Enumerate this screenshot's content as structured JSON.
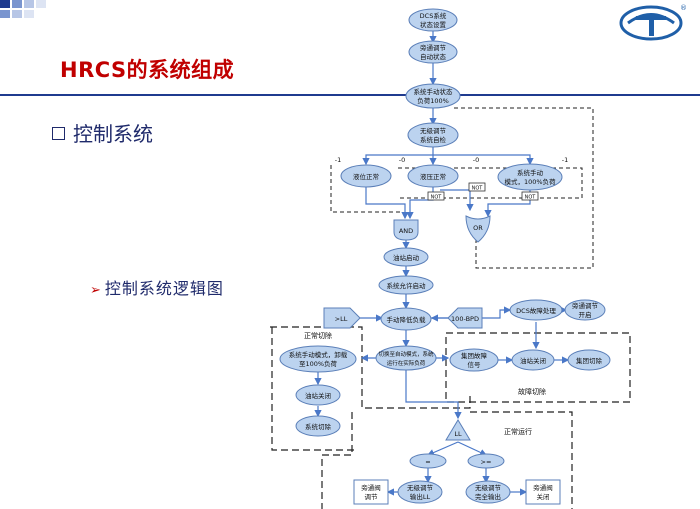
{
  "slide": {
    "title": "HRCS的系统组成",
    "bullet_main": "控制系统",
    "bullet_sub": "控制系统逻辑图",
    "logo_mark": "®"
  },
  "colors": {
    "title": "#c00000",
    "text": "#1f2a6b",
    "node_fill": "#bcd3ef",
    "node_stroke": "#5b7fb8",
    "arrow": "#4a78c8",
    "dash": "#222222",
    "blue_rule": "#1f3b8f"
  },
  "diagram": {
    "n1a": "DCS系统",
    "n1b": "状态设置",
    "n2a": "旁通调节",
    "n2b": "自动状态",
    "n3a": "系统手动状态",
    "n3b": "负荷100%",
    "n4a": "无级调节",
    "n4b": "系统自检",
    "minus1": "-1",
    "zero": "-0",
    "zero2": "-0",
    "minus1b": "-1",
    "node_level": "液位正常",
    "node_press": "液压正常",
    "node_manual_a": "系统手动",
    "node_manual_b": "模式，100%负荷",
    "not1": "NOT",
    "not2": "NOT",
    "not3": "NOT",
    "and_gate": "AND",
    "or_gate": "OR",
    "pump_start": "油站启动",
    "system_allow": "系统允许启动",
    "gt_ll": ">LL",
    "manual_load": "手动降低负载",
    "bpd": "100-BPD",
    "normal_cut": "正常切除",
    "cut_a": "系统手动模式，卸载",
    "cut_b": "至100%负荷",
    "pump_stop": "油站关闭",
    "sys_cut": "系统切除",
    "dcs_fault": "DCS故障处理",
    "bypass_open_a": "旁通调节",
    "bypass_open_b": "开启",
    "switch_a": "切换至自动模式，系统",
    "switch_b": "运行在实际负荷",
    "fault_a": "集团故障",
    "fault_b": "信号",
    "pump_stop2": "油站关闭",
    "group_cut": "集团切除",
    "fault_cut": "故障切除",
    "ll_gate": "LL",
    "normal_run": "正常运行",
    "eq_left": "=",
    "eq_right": ">=",
    "bypass_adj_a": "旁通阀",
    "bypass_adj_b": "调节",
    "out_ll_a": "无级调节",
    "out_ll_b": "输出LL",
    "out_full_a": "无级调节",
    "out_full_b": "完全输出",
    "bypass_close_a": "旁通阀",
    "bypass_close_b": "关闭"
  }
}
